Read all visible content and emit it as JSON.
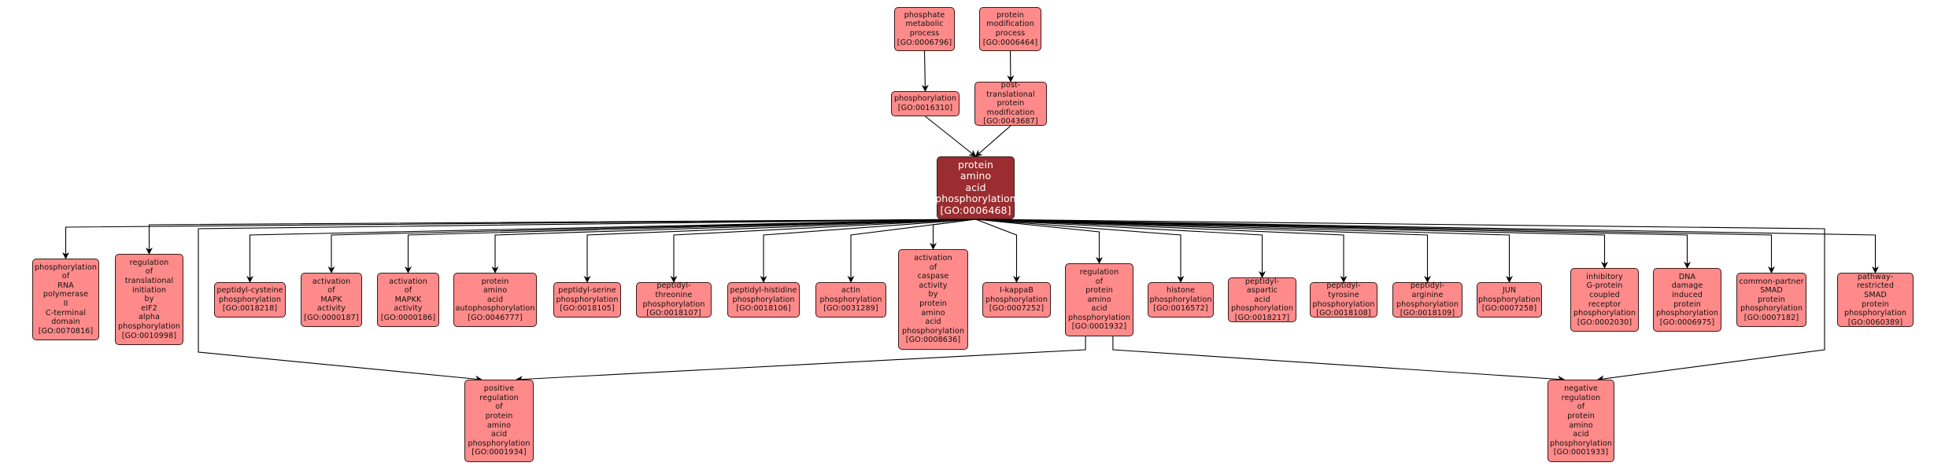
{
  "graph": {
    "title": "GO term ancestry: protein amino acid phosphorylation",
    "colors": {
      "node_fill": "#ff8a8a",
      "focus_fill": "#9b2d30",
      "border": "#3a1a1a",
      "edge": "#000000"
    },
    "nodes": [
      {
        "id": "GO:0006796",
        "label": "phosphate\nmetabolic\nprocess\n[GO:0006796]"
      },
      {
        "id": "GO:0006464",
        "label": "protein\nmodification\nprocess\n[GO:0006464]"
      },
      {
        "id": "GO:0016310",
        "label": "phosphorylation\n[GO:0016310]"
      },
      {
        "id": "GO:0043687",
        "label": "post-translational\nprotein\nmodification\n[GO:0043687]"
      },
      {
        "id": "GO:0006468",
        "label": "protein\namino\nacid\nphosphorylation\n[GO:0006468]",
        "focus": true
      },
      {
        "id": "GO:0070816",
        "label": "phosphorylation\nof\nRNA\npolymerase\nII\nC-terminal\ndomain\n[GO:0070816]"
      },
      {
        "id": "GO:0010998",
        "label": "regulation\nof\ntranslational\ninitiation\nby\neIF2\nalpha\nphosphorylation\n[GO:0010998]"
      },
      {
        "id": "GO:0018218",
        "label": "peptidyl-cysteine\nphosphorylation\n[GO:0018218]"
      },
      {
        "id": "GO:0000187",
        "label": "activation\nof\nMAPK\nactivity\n[GO:0000187]"
      },
      {
        "id": "GO:0000186",
        "label": "activation\nof\nMAPKK\nactivity\n[GO:0000186]"
      },
      {
        "id": "GO:0046777",
        "label": "protein\namino\nacid\nautophosphorylation\n[GO:0046777]"
      },
      {
        "id": "GO:0018105",
        "label": "peptidyl-serine\nphosphorylation\n[GO:0018105]"
      },
      {
        "id": "GO:0018107",
        "label": "peptidyl-threonine\nphosphorylation\n[GO:0018107]"
      },
      {
        "id": "GO:0018106",
        "label": "peptidyl-histidine\nphosphorylation\n[GO:0018106]"
      },
      {
        "id": "GO:0031289",
        "label": "actin\nphosphorylation\n[GO:0031289]"
      },
      {
        "id": "GO:0008636",
        "label": "activation\nof\ncaspase\nactivity\nby\nprotein\namino\nacid\nphosphorylation\n[GO:0008636]"
      },
      {
        "id": "GO:0007252",
        "label": "I-kappaB\nphosphorylation\n[GO:0007252]"
      },
      {
        "id": "GO:0001932",
        "label": "regulation\nof\nprotein\namino\nacid\nphosphorylation\n[GO:0001932]"
      },
      {
        "id": "GO:0016572",
        "label": "histone\nphosphorylation\n[GO:0016572]"
      },
      {
        "id": "GO:0018217",
        "label": "peptidyl-aspartic\nacid\nphosphorylation\n[GO:0018217]"
      },
      {
        "id": "GO:0018108",
        "label": "peptidyl-tyrosine\nphosphorylation\n[GO:0018108]"
      },
      {
        "id": "GO:0018109",
        "label": "peptidyl-arginine\nphosphorylation\n[GO:0018109]"
      },
      {
        "id": "GO:0007258",
        "label": "JUN\nphosphorylation\n[GO:0007258]"
      },
      {
        "id": "GO:0002030",
        "label": "inhibitory\nG-protein\ncoupled\nreceptor\nphosphorylation\n[GO:0002030]"
      },
      {
        "id": "GO:0006975",
        "label": "DNA\ndamage\ninduced\nprotein\nphosphorylation\n[GO:0006975]"
      },
      {
        "id": "GO:0007182",
        "label": "common-partner\nSMAD\nprotein\nphosphorylation\n[GO:0007182]"
      },
      {
        "id": "GO:0060389",
        "label": "pathway-restricted\nSMAD\nprotein\nphosphorylation\n[GO:0060389]"
      },
      {
        "id": "GO:0001934",
        "label": "positive\nregulation\nof\nprotein\namino\nacid\nphosphorylation\n[GO:0001934]"
      },
      {
        "id": "GO:0001933",
        "label": "negative\nregulation\nof\nprotein\namino\nacid\nphosphorylation\n[GO:0001933]"
      }
    ],
    "edges": [
      {
        "from": "GO:0006796",
        "to": "GO:0016310"
      },
      {
        "from": "GO:0006464",
        "to": "GO:0043687"
      },
      {
        "from": "GO:0016310",
        "to": "GO:0006468"
      },
      {
        "from": "GO:0043687",
        "to": "GO:0006468"
      },
      {
        "from": "GO:0006468",
        "to": "GO:0070816"
      },
      {
        "from": "GO:0006468",
        "to": "GO:0010998"
      },
      {
        "from": "GO:0006468",
        "to": "GO:0018218"
      },
      {
        "from": "GO:0006468",
        "to": "GO:0000187"
      },
      {
        "from": "GO:0006468",
        "to": "GO:0000186"
      },
      {
        "from": "GO:0006468",
        "to": "GO:0046777"
      },
      {
        "from": "GO:0006468",
        "to": "GO:0018105"
      },
      {
        "from": "GO:0006468",
        "to": "GO:0018107"
      },
      {
        "from": "GO:0006468",
        "to": "GO:0018106"
      },
      {
        "from": "GO:0006468",
        "to": "GO:0031289"
      },
      {
        "from": "GO:0006468",
        "to": "GO:0008636"
      },
      {
        "from": "GO:0006468",
        "to": "GO:0007252"
      },
      {
        "from": "GO:0006468",
        "to": "GO:0001932"
      },
      {
        "from": "GO:0006468",
        "to": "GO:0016572"
      },
      {
        "from": "GO:0006468",
        "to": "GO:0018217"
      },
      {
        "from": "GO:0006468",
        "to": "GO:0018108"
      },
      {
        "from": "GO:0006468",
        "to": "GO:0018109"
      },
      {
        "from": "GO:0006468",
        "to": "GO:0007258"
      },
      {
        "from": "GO:0006468",
        "to": "GO:0002030"
      },
      {
        "from": "GO:0006468",
        "to": "GO:0006975"
      },
      {
        "from": "GO:0006468",
        "to": "GO:0007182"
      },
      {
        "from": "GO:0006468",
        "to": "GO:0060389"
      },
      {
        "from": "GO:0006468",
        "to": "GO:0001934"
      },
      {
        "from": "GO:0006468",
        "to": "GO:0001933"
      },
      {
        "from": "GO:0001932",
        "to": "GO:0001934"
      },
      {
        "from": "GO:0001932",
        "to": "GO:0001933"
      }
    ]
  }
}
